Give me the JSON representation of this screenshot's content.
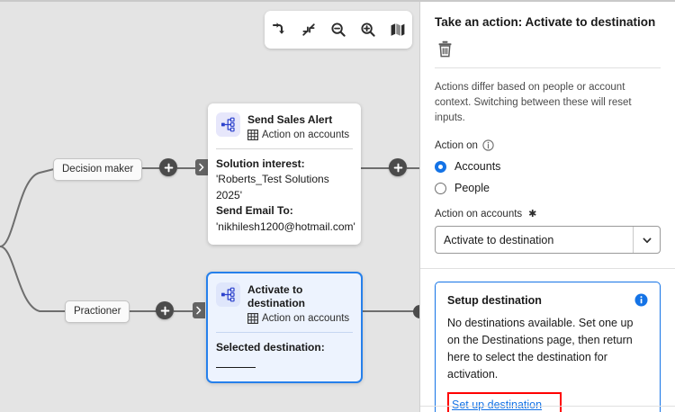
{
  "canvas": {
    "toolbar": {
      "buttons": [
        {
          "name": "reroute-icon",
          "label": "Reroute"
        },
        {
          "name": "collapse-icon",
          "label": "Collapse"
        },
        {
          "name": "zoom-out-icon",
          "label": "Zoom out"
        },
        {
          "name": "zoom-in-icon",
          "label": "Zoom in"
        },
        {
          "name": "map-icon",
          "label": "Minimap"
        }
      ]
    },
    "branches": [
      {
        "label": "Decision maker"
      },
      {
        "label": "Practioner"
      }
    ],
    "add_button_label": "+",
    "nodes": [
      {
        "title": "Send Sales Alert",
        "subtitle": "Action on accounts",
        "icon": "workflow-branch-icon",
        "fields": [
          {
            "label": "Solution interest:",
            "value": "'Roberts_Test Solutions 2025'"
          },
          {
            "label": "Send Email To:",
            "value": "'nikhilesh1200@hotmail.com'"
          }
        ]
      },
      {
        "title": "Activate to destination",
        "subtitle": "Action on accounts",
        "icon": "workflow-branch-icon",
        "fields": [
          {
            "label": "Selected destination:",
            "value": ""
          }
        ]
      }
    ]
  },
  "panel": {
    "title": "Take an action: Activate to destination",
    "delete_icon": "trash-icon",
    "helper_text": "Actions differ based on people or account context. Switching between these will reset inputs.",
    "action_on": {
      "label": "Action on",
      "info_icon": "info-circle-icon",
      "options": [
        {
          "label": "Accounts",
          "selected": true
        },
        {
          "label": "People",
          "selected": false
        }
      ]
    },
    "action_select": {
      "label": "Action on accounts",
      "required_marker": "✱",
      "value": "Activate to destination",
      "chevron_icon": "chevron-down-icon"
    },
    "callout": {
      "title": "Setup destination",
      "info_icon": "info-circle-filled-icon",
      "text": "No destinations available. Set one up on the Destinations page, then return here to select the destination for activation.",
      "link_label": "Set up destination",
      "highlight_color": "#ff0000",
      "border_color": "#1473e6"
    }
  },
  "colors": {
    "canvas_bg": "#e4e4e4",
    "accent_blue": "#1473e6",
    "node_selected_border": "#2680eb",
    "node_selected_bg": "#edf3fe",
    "connector": "#6e6e6e",
    "annotation_red": "#ff0000"
  }
}
